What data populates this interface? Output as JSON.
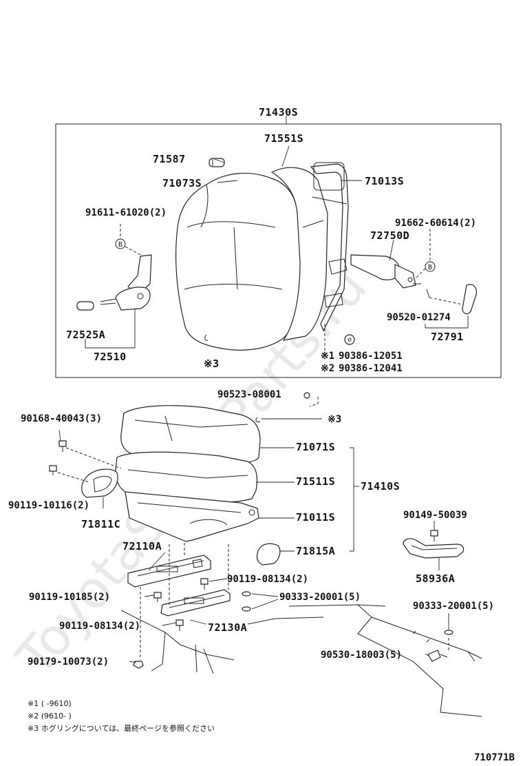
{
  "watermark": "ToyotaSpareParts.ru",
  "diagram_id": "710771B",
  "labels": {
    "p71430S": "71430S",
    "p71551S": "71551S",
    "p71587": "71587",
    "p71073S": "71073S",
    "p71013S": "71013S",
    "p91611": "91611-61020(2)",
    "p91662": "91662-60614(2)",
    "p72750D": "72750D",
    "p90520": "90520-01274",
    "p72791": "72791",
    "p72525A": "72525A",
    "p72510": "72510",
    "p90386a": "90386-12051",
    "p90386b": "90386-12041",
    "p90523": "90523-08001",
    "p90168": "90168-40043(3)",
    "p71071S": "71071S",
    "p71511S": "71511S",
    "p71410S": "71410S",
    "p90119a": "90119-10116(2)",
    "p71811C": "71811C",
    "p71011S": "71011S",
    "p90149": "90149-50039",
    "p72110A": "72110A",
    "p71815A": "71815A",
    "p58936A": "58936A",
    "p90119b": "90119-08134(2)",
    "p90119c": "90119-10185(2)",
    "p90333a": "90333-20001(5)",
    "p90333b": "90333-20001(5)",
    "p90119d": "90119-08134(2)",
    "p72130A": "72130A",
    "p90530": "90530-18003(5)",
    "p90179": "90179-10073(2)",
    "mark_b1": "B",
    "mark_b2": "B",
    "ref3a": "※3",
    "ref3b": "※3",
    "ref1": "※1",
    "ref2": "※2"
  },
  "notes": {
    "n1": "※1 (    -9610)",
    "n2": "※2 (9610-    )",
    "n3": "※3 ホグリングについては、最終ページを参照ください"
  }
}
